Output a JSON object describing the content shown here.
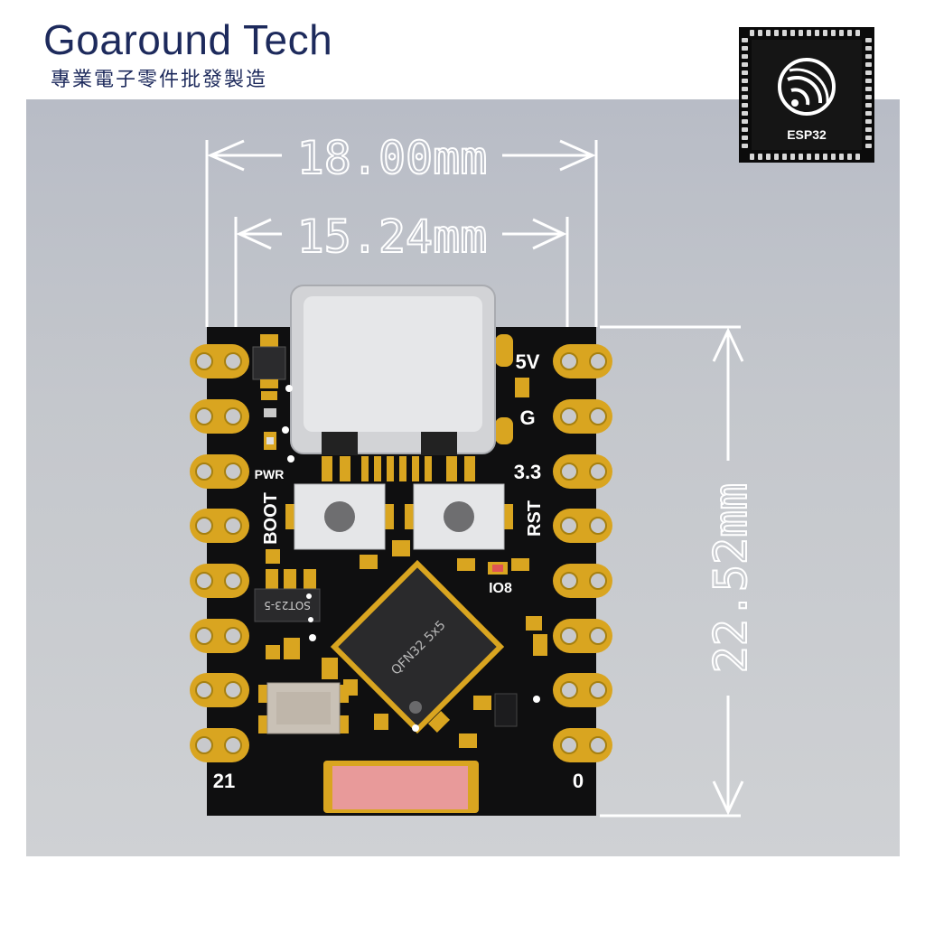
{
  "header": {
    "brand": "Goaround Tech",
    "subtitle": "專業電子零件批發製造"
  },
  "chip_logo": {
    "label": "ESP32"
  },
  "dimensions": {
    "outer_width": "18.00mm",
    "pin_spacing": "15.24mm",
    "height": "22.52mm"
  },
  "board": {
    "pin_labels": {
      "v5": "5V",
      "gnd": "G",
      "v33": "3.3",
      "rst": "RST",
      "boot": "BOOT",
      "pwr": "PWR",
      "io8": "IO8",
      "pin21": "21",
      "pin0": "0"
    },
    "chip_marking": "QFN32 5x5",
    "regulator_marking": "SOT23-5"
  },
  "colors": {
    "pcb": "#0f0f10",
    "pad": "#d9a520",
    "panel": "#c4c7cc",
    "brand": "#1d2a5c",
    "dimension": "#ffffff",
    "antenna": "#e89a9a"
  }
}
